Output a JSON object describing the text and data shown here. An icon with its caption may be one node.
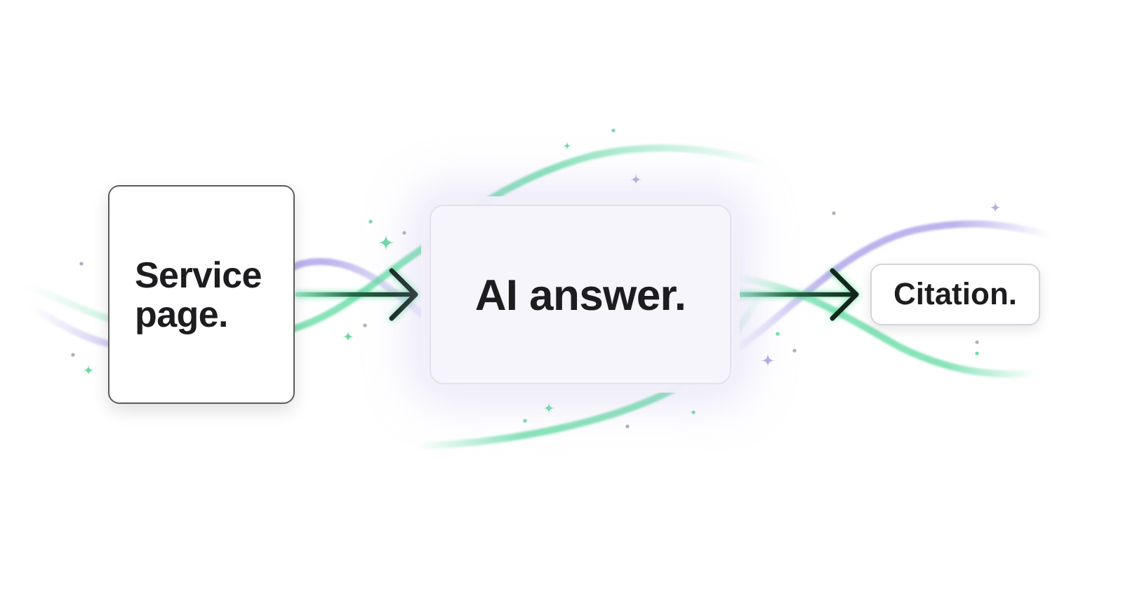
{
  "diagram": {
    "nodes": [
      {
        "text": [
          "Service page."
        ]
      },
      {
        "text": [
          "AI answer."
        ]
      },
      {
        "text": [
          "Citation."
        ]
      }
    ],
    "edges": [
      {
        "from": 0,
        "to": 1,
        "arrow": "to"
      },
      {
        "from": 1,
        "to": 2,
        "arrow": "to"
      }
    ]
  }
}
